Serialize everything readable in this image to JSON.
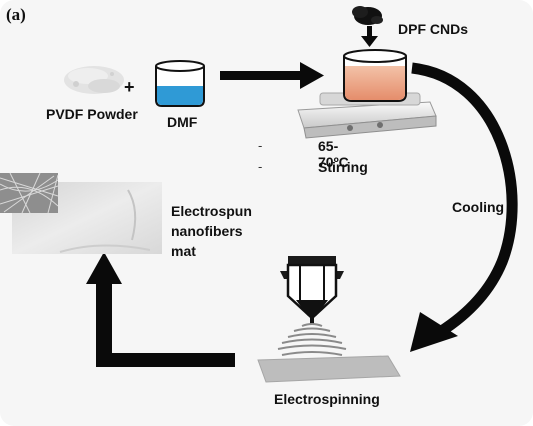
{
  "panel_label": "(a)",
  "labels": {
    "pvdf": "PVDF Powder",
    "plus": "+",
    "dmf": "DMF",
    "dpf_cnds": "DPF CNDs",
    "cooling": "Cooling",
    "electrospinning": "Electrospinning"
  },
  "conditions": [
    {
      "bullet": "-",
      "text": "65-70ºC"
    },
    {
      "bullet": "-",
      "text": "Stirring"
    }
  ],
  "mat_label": [
    "Electrospun",
    "nanofibers",
    "mat"
  ],
  "colors": {
    "arrow": "#0a0a0a",
    "dmf_liquid": "#2f9ad6",
    "solution": "#e9a184",
    "background": "#f6f6f6"
  }
}
